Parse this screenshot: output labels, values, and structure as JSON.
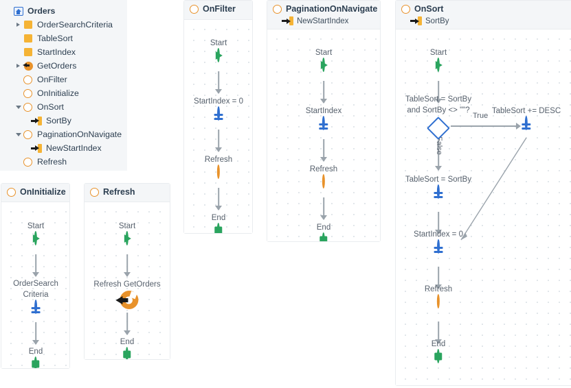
{
  "tree": {
    "root": {
      "label": "Orders",
      "icon": "screen-icon",
      "expanded": true
    },
    "items": [
      {
        "label": "OrderSearchCriteria",
        "icon": "variable-icon",
        "caret": "collapsed",
        "indent": 1
      },
      {
        "label": "TableSort",
        "icon": "variable-icon",
        "caret": "none",
        "indent": 1
      },
      {
        "label": "StartIndex",
        "icon": "variable-icon",
        "caret": "none",
        "indent": 1
      },
      {
        "label": "GetOrders",
        "icon": "aggregate-icon",
        "caret": "collapsed",
        "indent": 1
      },
      {
        "label": "OnFilter",
        "icon": "action-circle-icon",
        "caret": "none",
        "indent": 1
      },
      {
        "label": "OnInitialize",
        "icon": "action-circle-icon",
        "caret": "none",
        "indent": 1
      },
      {
        "label": "OnSort",
        "icon": "action-circle-icon",
        "caret": "expanded",
        "indent": 1
      },
      {
        "label": "SortBy",
        "icon": "input-parameter-icon",
        "caret": "none",
        "indent": 2
      },
      {
        "label": "PaginationOnNavigate",
        "icon": "action-circle-icon",
        "caret": "expanded",
        "indent": 1
      },
      {
        "label": "NewStartIndex",
        "icon": "input-parameter-icon",
        "caret": "none",
        "indent": 2
      },
      {
        "label": "Refresh",
        "icon": "action-circle-icon",
        "caret": "none",
        "indent": 1
      }
    ]
  },
  "flows": {
    "onfilter": {
      "title": "OnFilter",
      "params": [],
      "nodes": [
        {
          "label": "Start",
          "glyph": "start"
        },
        {
          "label": "StartIndex = 0",
          "glyph": "assign"
        },
        {
          "label": "Refresh",
          "glyph": "action"
        },
        {
          "label": "End",
          "glyph": "end"
        }
      ]
    },
    "pagination": {
      "title": "PaginationOnNavigate",
      "params": [
        "NewStartIndex"
      ],
      "nodes": [
        {
          "label": "Start",
          "glyph": "start"
        },
        {
          "label": "StartIndex",
          "glyph": "assign"
        },
        {
          "label": "Refresh",
          "glyph": "action"
        },
        {
          "label": "End",
          "glyph": "end"
        }
      ]
    },
    "onsort": {
      "title": "OnSort",
      "params": [
        "SortBy"
      ],
      "nodes": [
        {
          "label": "Start",
          "glyph": "start"
        },
        {
          "label": "TableSort = SortBy\nand SortBy <> \"\"?",
          "glyph": "decision"
        },
        {
          "label": "TableSort += DESC",
          "glyph": "assign"
        },
        {
          "label": "TableSort = SortBy",
          "glyph": "assign"
        },
        {
          "label": "StartIndex = 0",
          "glyph": "assign"
        },
        {
          "label": "Refresh",
          "glyph": "action"
        },
        {
          "label": "End",
          "glyph": "end"
        }
      ],
      "edge_labels": {
        "true": "True",
        "false": "False"
      },
      "condition_line1": "TableSort = SortBy",
      "condition_line2": "and SortBy <> \"\"?"
    },
    "oninitialize": {
      "title": "OnInitialize",
      "params": [],
      "nodes": [
        {
          "label": "OrderSearch\nCriteria",
          "glyph": "assign"
        },
        {
          "label": "Start",
          "glyph": "start"
        },
        {
          "label": "End",
          "glyph": "end"
        }
      ],
      "assign_line1": "OrderSearch",
      "assign_line2": "Criteria"
    },
    "refresh": {
      "title": "Refresh",
      "params": [],
      "nodes": [
        {
          "label": "Start",
          "glyph": "start"
        },
        {
          "label": "Refresh GetOrders",
          "glyph": "refresh-data"
        },
        {
          "label": "End",
          "glyph": "end"
        }
      ]
    }
  },
  "colors": {
    "green": "#2aa45e",
    "blue": "#2f6fd0",
    "orange": "#e8922b",
    "yellow": "#f5b335",
    "text": "#2c3e50",
    "muted": "#555f6b",
    "connector": "#9aa3ab",
    "panel_header": "#f4f6f8"
  }
}
